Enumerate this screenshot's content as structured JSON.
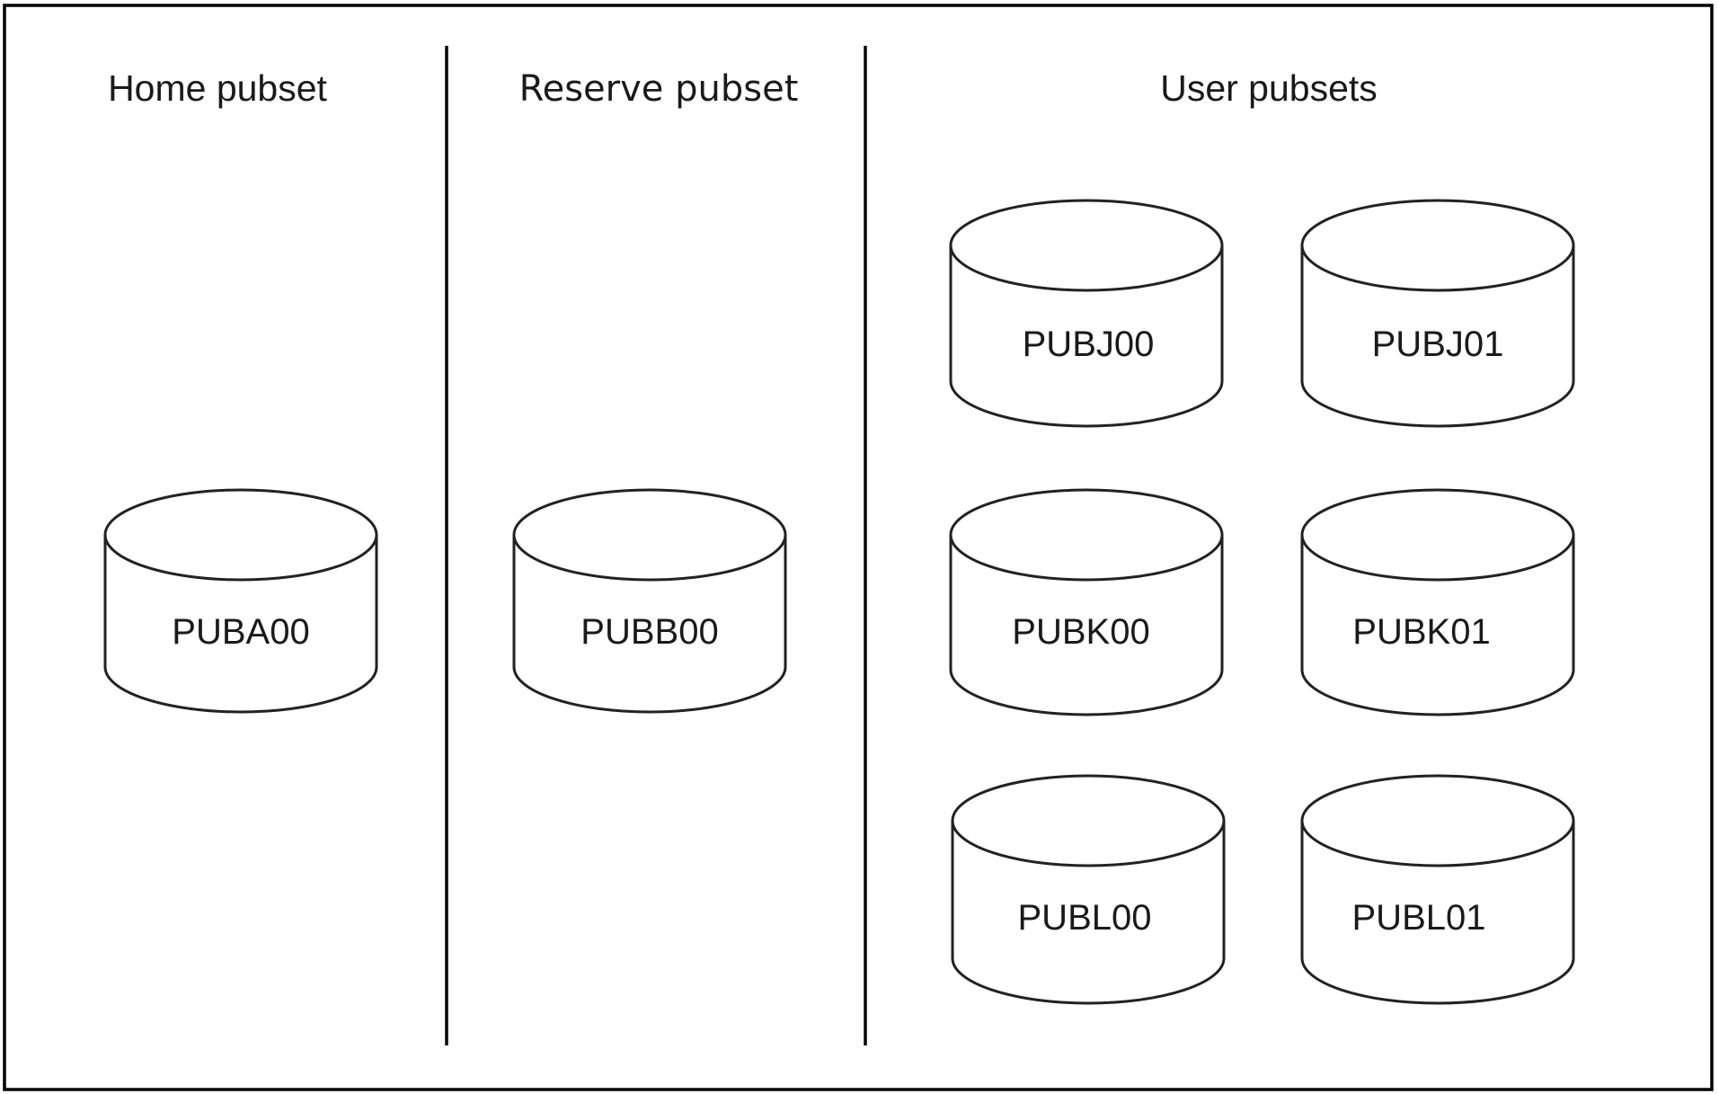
{
  "sections": [
    {
      "heading": "Home pubset",
      "disks": [
        "PUBA00"
      ]
    },
    {
      "heading": "Reserve pubset",
      "disks": [
        "PUBB00"
      ]
    },
    {
      "heading": "User pubsets",
      "disks": [
        "PUBJ00",
        "PUBJ01",
        "PUBK00",
        "PUBK01",
        "PUBL00",
        "PUBL01"
      ]
    }
  ]
}
